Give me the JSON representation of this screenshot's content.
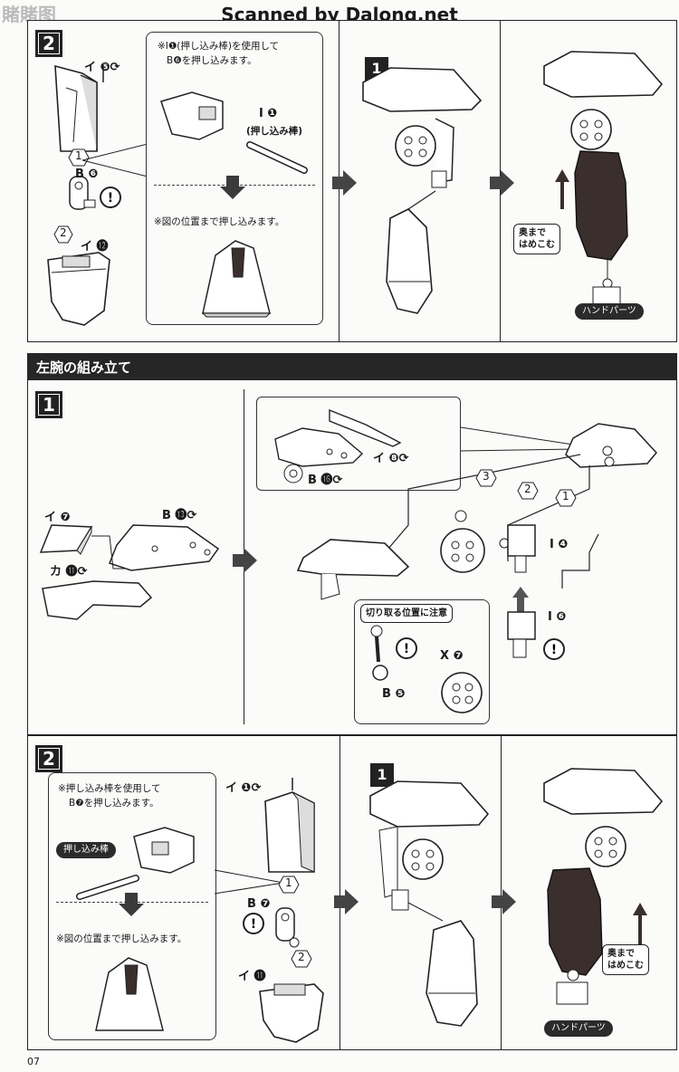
{
  "header": {
    "watermark_left": "賭賭图",
    "scan_credit": "Scanned by Dalong.net"
  },
  "colors": {
    "ink": "#1a1a1a",
    "section_bar": "#262626",
    "dark_part": "#3a2f2c"
  },
  "top_panel": {
    "step": "2",
    "labels": {
      "i5": "イ ❺⟳",
      "b6": "B ❻",
      "i12": "イ ⓬",
      "circle1": "1",
      "circle2": "2"
    },
    "sub": {
      "note1": "※I❶(押し込み棒)を使用して",
      "note2": "B❻を押し込みます。",
      "tool_label": "I ❶",
      "tool_sub": "(押し込み棒)",
      "note3": "※図の位置まで押し込みます。"
    },
    "step1": "1",
    "callout1": "奥まで",
    "callout2": "はめこむ",
    "hand_pill": "ハンドパーツ"
  },
  "section": {
    "title": "左腕の組み立て"
  },
  "middle_panel": {
    "step": "1",
    "labels": {
      "i7": "イ ❼",
      "b13": "B ⓭⟳",
      "ka11": "カ ⓫⟳",
      "i8": "イ ❽⟳",
      "b16": "B ⓰⟳",
      "i4": "I ❹",
      "i6": "I ❻",
      "x7": "X ❼",
      "b5": "B ❺",
      "c1": "1",
      "c2": "2",
      "c3": "3"
    },
    "callout": "切り取る位置に注意"
  },
  "bottom_panel": {
    "step": "2",
    "sub": {
      "note1": "※押し込み棒を使用して",
      "note2": "B❼を押し込みます。",
      "tool_pill": "押し込み棒",
      "note3": "※図の位置まで押し込みます。"
    },
    "labels": {
      "i1": "イ ❶⟳",
      "b7": "B ❼",
      "i11": "イ ⓫",
      "c1": "1",
      "c2": "2"
    },
    "step1": "1",
    "callout1": "奥まで",
    "callout2": "はめこむ",
    "hand_pill": "ハンドパーツ"
  },
  "footer": {
    "page_number": "07"
  }
}
